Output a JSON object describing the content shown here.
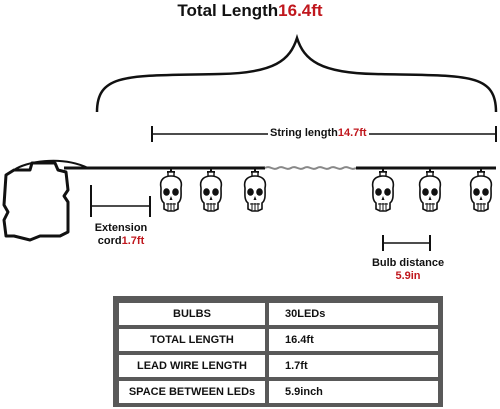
{
  "title": {
    "prefix": "Total Length",
    "value": "16.4ft"
  },
  "labels": {
    "string_length_prefix": "String length",
    "string_length_value": "14.7ft",
    "extension_line1": "Extension",
    "extension_prefix": "cord",
    "extension_value": "1.7ft",
    "bulb_distance_label": "Bulb distance",
    "bulb_distance_value": "5.9in"
  },
  "spec_table": [
    {
      "key": "BULBS",
      "value": "30LEDs"
    },
    {
      "key": "TOTAL LENGTH",
      "value": "16.4ft"
    },
    {
      "key": "LEAD WIRE LENGTH",
      "value": "1.7ft"
    },
    {
      "key": "SPACE BETWEEN LEDs",
      "value": "5.9inch"
    }
  ],
  "colors": {
    "accent": "#c0171d",
    "table_frame": "#595959",
    "ink": "#111111"
  }
}
